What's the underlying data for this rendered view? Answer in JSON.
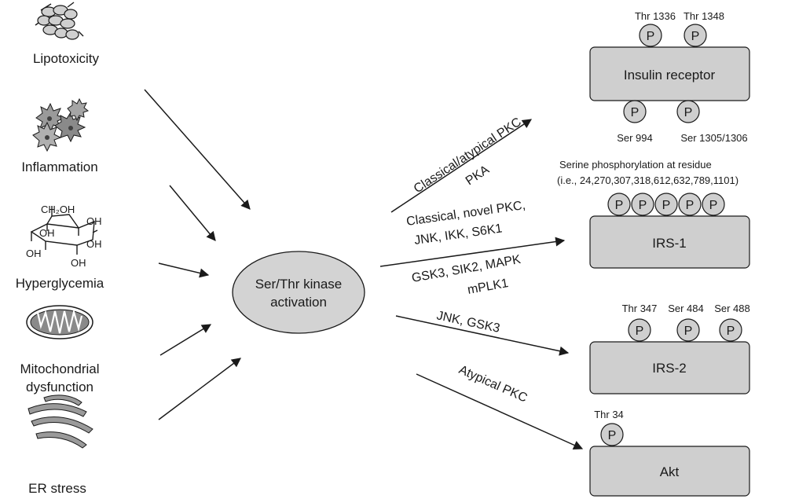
{
  "sources": [
    {
      "name": "lipotoxicity",
      "label": "Lipotoxicity"
    },
    {
      "name": "inflammation",
      "label": "Inflammation"
    },
    {
      "name": "hyperglycemia",
      "label": "Hyperglycemia"
    },
    {
      "name": "mitochondrial",
      "label": "Mitochondrial",
      "label2": "dysfunction"
    },
    {
      "name": "er-stress",
      "label": "ER stress"
    }
  ],
  "glucose": {
    "ch2oh": "CH₂OH",
    "oh": "OH"
  },
  "center": {
    "line1": "Ser/Thr kinase",
    "line2": "activation"
  },
  "targets": {
    "insulin_receptor": {
      "label": "Insulin receptor",
      "top_sites": [
        "Thr 1336",
        "Thr 1348"
      ],
      "bottom_sites": [
        "Ser 994",
        "Ser 1305/1306"
      ]
    },
    "irs1": {
      "label": "IRS-1",
      "note1": "Serine phosphorylation at residue",
      "note2": "(i.e., 24,270,307,318,612,632,789,1101)"
    },
    "irs2": {
      "label": "IRS-2",
      "sites": [
        "Thr 347",
        "Ser 484",
        "Ser 488"
      ]
    },
    "akt": {
      "label": "Akt",
      "sites": [
        "Thr 34"
      ]
    }
  },
  "phospho_symbol": "P",
  "kinases": {
    "ir_upper": "Classical/atypical PKC",
    "ir_lower": "PKA",
    "irs1_upper1": "Classical, novel PKC,",
    "irs1_upper2": "JNK, IKK, S6K1",
    "irs1_lower1": "GSK3, SIK2, MAPK",
    "irs1_lower2": "mPLK1",
    "irs2": "JNK, GSK3",
    "akt": "Atypical PKC"
  }
}
